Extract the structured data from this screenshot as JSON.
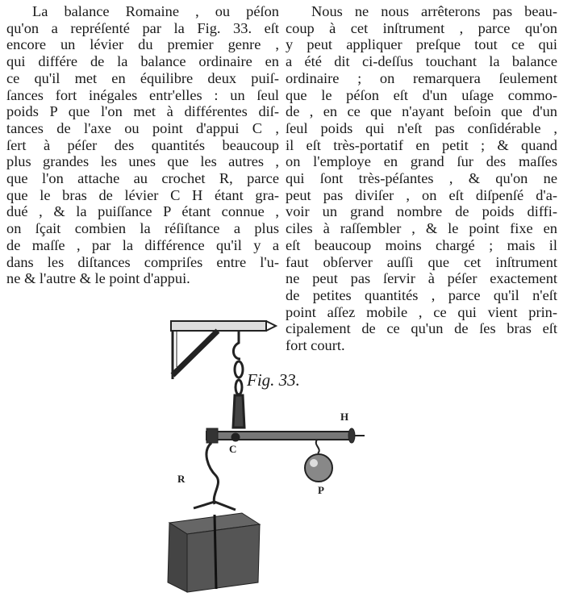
{
  "left_column": {
    "lines": [
      "La balance Romaine , ou péſon",
      "qu'on a repréſenté par la Fig. 33. eſt",
      "encore un lévier du premier genre ,",
      "qui différe de la balance ordinaire en",
      "ce qu'il met en équilibre deux puiſ-",
      "ſances fort inégales entr'elles : un ſeul",
      "poids P que l'on met à différentes diſ-",
      "tances de l'axe ou point d'appui C ,",
      "ſert à péſer des quantités beaucoup",
      "plus grandes les unes que les autres ,",
      "que l'on attache au crochet R, parce",
      "que le bras de lévier C H étant gra-",
      "dué , & la puiſſance P étant connue ,",
      "on ſçait combien la réſiſtance a plus",
      "de maſſe , par la différence qu'il y a",
      "dans les diſtances compriſes entre l'u-",
      "ne & l'autre & le point d'appui."
    ]
  },
  "right_column": {
    "lines": [
      "Nous ne nous arrêterons pas beau-",
      "coup à cet inſtrument , parce qu'on",
      "y peut appliquer preſque tout ce qui",
      "a été dit ci-deſſus touchant la balance",
      "ordinaire ; on remarquera ſeulement",
      "que le péſon eſt d'un uſage commo-",
      "de , en ce que n'ayant beſoin que d'un",
      "ſeul poids qui n'eſt pas conſidérable ,",
      "il eſt très-portatif en petit ; & quand",
      "on l'employe en grand ſur des maſſes",
      "qui ſont très-péſantes , & qu'on ne",
      "peut pas diviſer , on eſt diſpenſé d'a-",
      "voir un grand nombre de poids diffi-",
      "ciles à raſſembler , & le point fixe en",
      "eſt beaucoup moins chargé ; mais il",
      "faut obſerver auſſi que cet inſtrument",
      "ne peut pas ſervir à péſer exactement",
      "de petites quantités , parce qu'il n'eſt",
      "point aſſez mobile , ce qui vient prin-",
      "cipalement de ce qu'un de ſes bras eſt",
      "fort court."
    ]
  },
  "figure": {
    "caption": "Fig. 33.",
    "labels": {
      "H": "H",
      "C": "C",
      "R": "R",
      "P": "P"
    }
  }
}
